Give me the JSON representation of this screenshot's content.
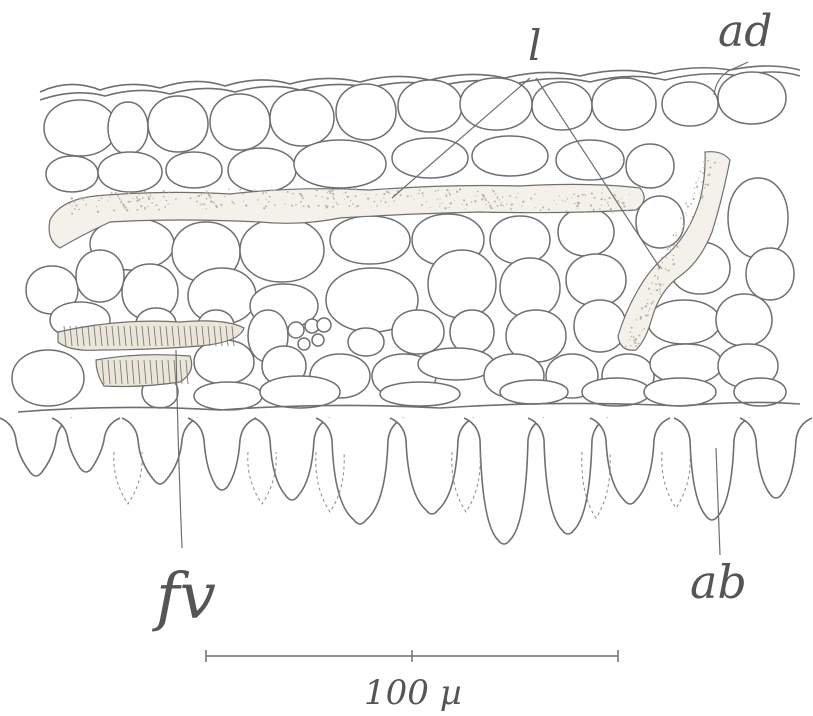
{
  "labels": {
    "l": "l",
    "ad": "ad",
    "ab": "ab",
    "fv": "fv"
  },
  "scale_bar": {
    "text": "100 µ"
  },
  "colors": {
    "ink": "#6f6f6f",
    "label": "#555555",
    "lacuna_fill": "#f4f1ea",
    "stipple": "#b9b3a8"
  }
}
